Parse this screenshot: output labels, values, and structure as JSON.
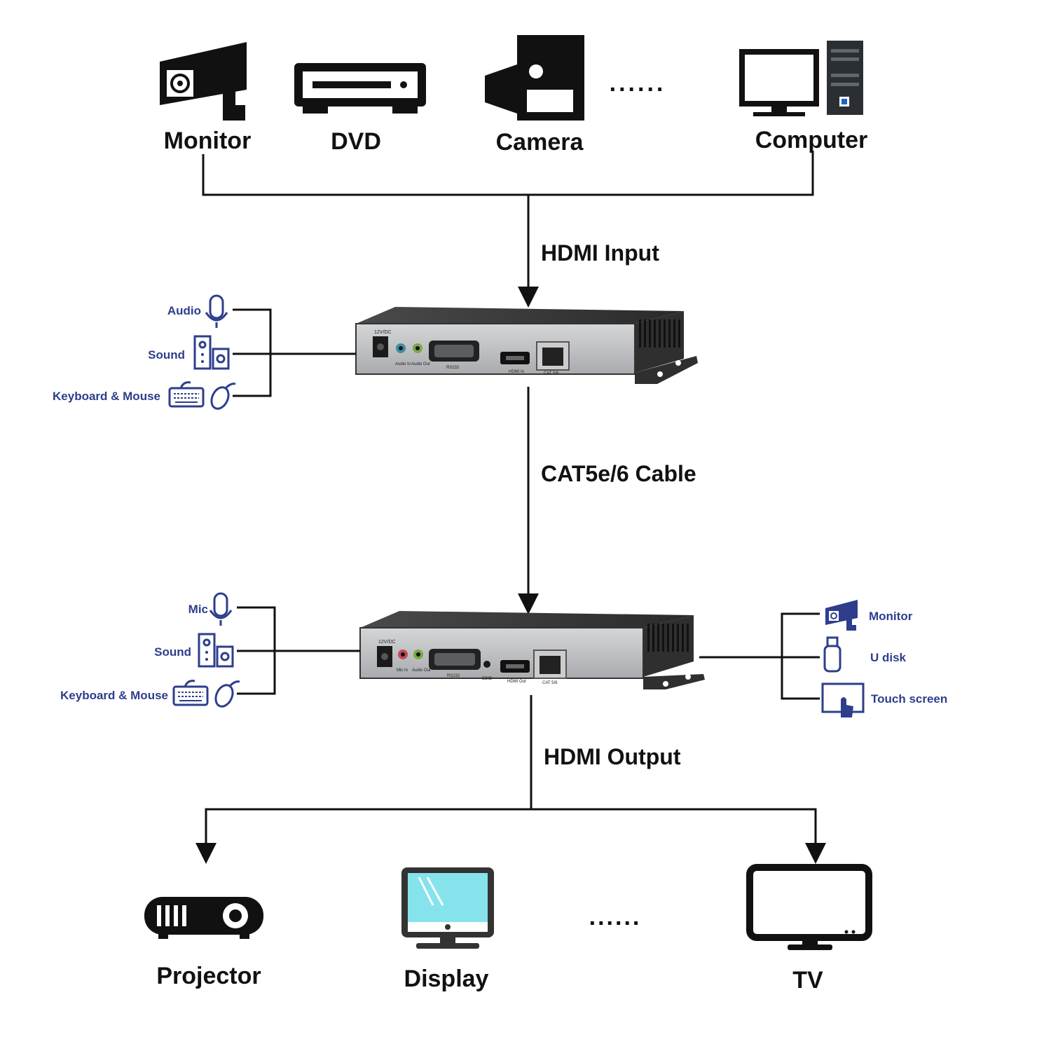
{
  "sources": {
    "monitor": "Monitor",
    "dvd": "DVD",
    "camera": "Camera",
    "ellipsis": "......",
    "computer": "Computer"
  },
  "connections": {
    "hdmi_input": "HDMI Input",
    "cable": "CAT5e/6 Cable",
    "hdmi_output": "HDMI Output"
  },
  "transmitter": {
    "peripherals": [
      "Audio",
      "Sound",
      "Keyboard & Mouse"
    ],
    "ports": [
      "12V/DC",
      "Audio In",
      "Audio Out",
      "RS232",
      "HDMI In",
      "CAT 5/6"
    ]
  },
  "receiver": {
    "peripherals_left": [
      "Mic",
      "Sound",
      "Keyboard & Mouse"
    ],
    "peripherals_right": [
      "Monitor",
      "U disk",
      "Touch screen"
    ],
    "ports": [
      "12V/DC",
      "Mic In",
      "Audio Out",
      "RS232",
      "EDID",
      "HDMI Out",
      "CAT 5/6"
    ]
  },
  "outputs": {
    "projector": "Projector",
    "display": "Display",
    "ellipsis": "......",
    "tv": "TV"
  },
  "colors": {
    "icon_dark": "#111111",
    "peripheral_blue": "#2e3e8c",
    "device_body": "#b8babd",
    "device_frame": "#3a3a3a",
    "display_screen": "#86e3ec"
  }
}
